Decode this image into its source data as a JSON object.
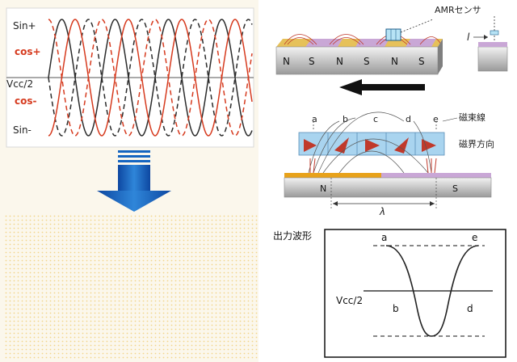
{
  "waveform_panel": {
    "labels": {
      "sin_plus": "Sin+",
      "cos_plus": "cos+",
      "vcc_half": "Vcc/2",
      "cos_minus": "cos-",
      "sin_minus": "Sin-"
    }
  },
  "sensor_panel": {
    "sensor_label": "AMRセンサ",
    "magnet_poles": [
      "N",
      "S",
      "N",
      "S",
      "N",
      "S"
    ],
    "side_label": "l"
  },
  "flux_panel": {
    "points": [
      "a",
      "b",
      "c",
      "d",
      "e"
    ],
    "flux_label": "磁束線",
    "field_label": "磁界方向",
    "pole_n": "N",
    "pole_s": "S",
    "lambda": "λ"
  },
  "output_panel": {
    "title": "出力波形",
    "vcc_half": "Vcc/2",
    "points": [
      "a",
      "e",
      "b",
      "d"
    ]
  },
  "colors": {
    "sin_wave": "#2b2b2b",
    "cos_wave": "#d63a1e",
    "arrow_blue": "#1565c0",
    "magnet_gold": "#e8a21a",
    "magnet_purple": "#c9a7d6",
    "dot_grid": "#f2d58a"
  }
}
